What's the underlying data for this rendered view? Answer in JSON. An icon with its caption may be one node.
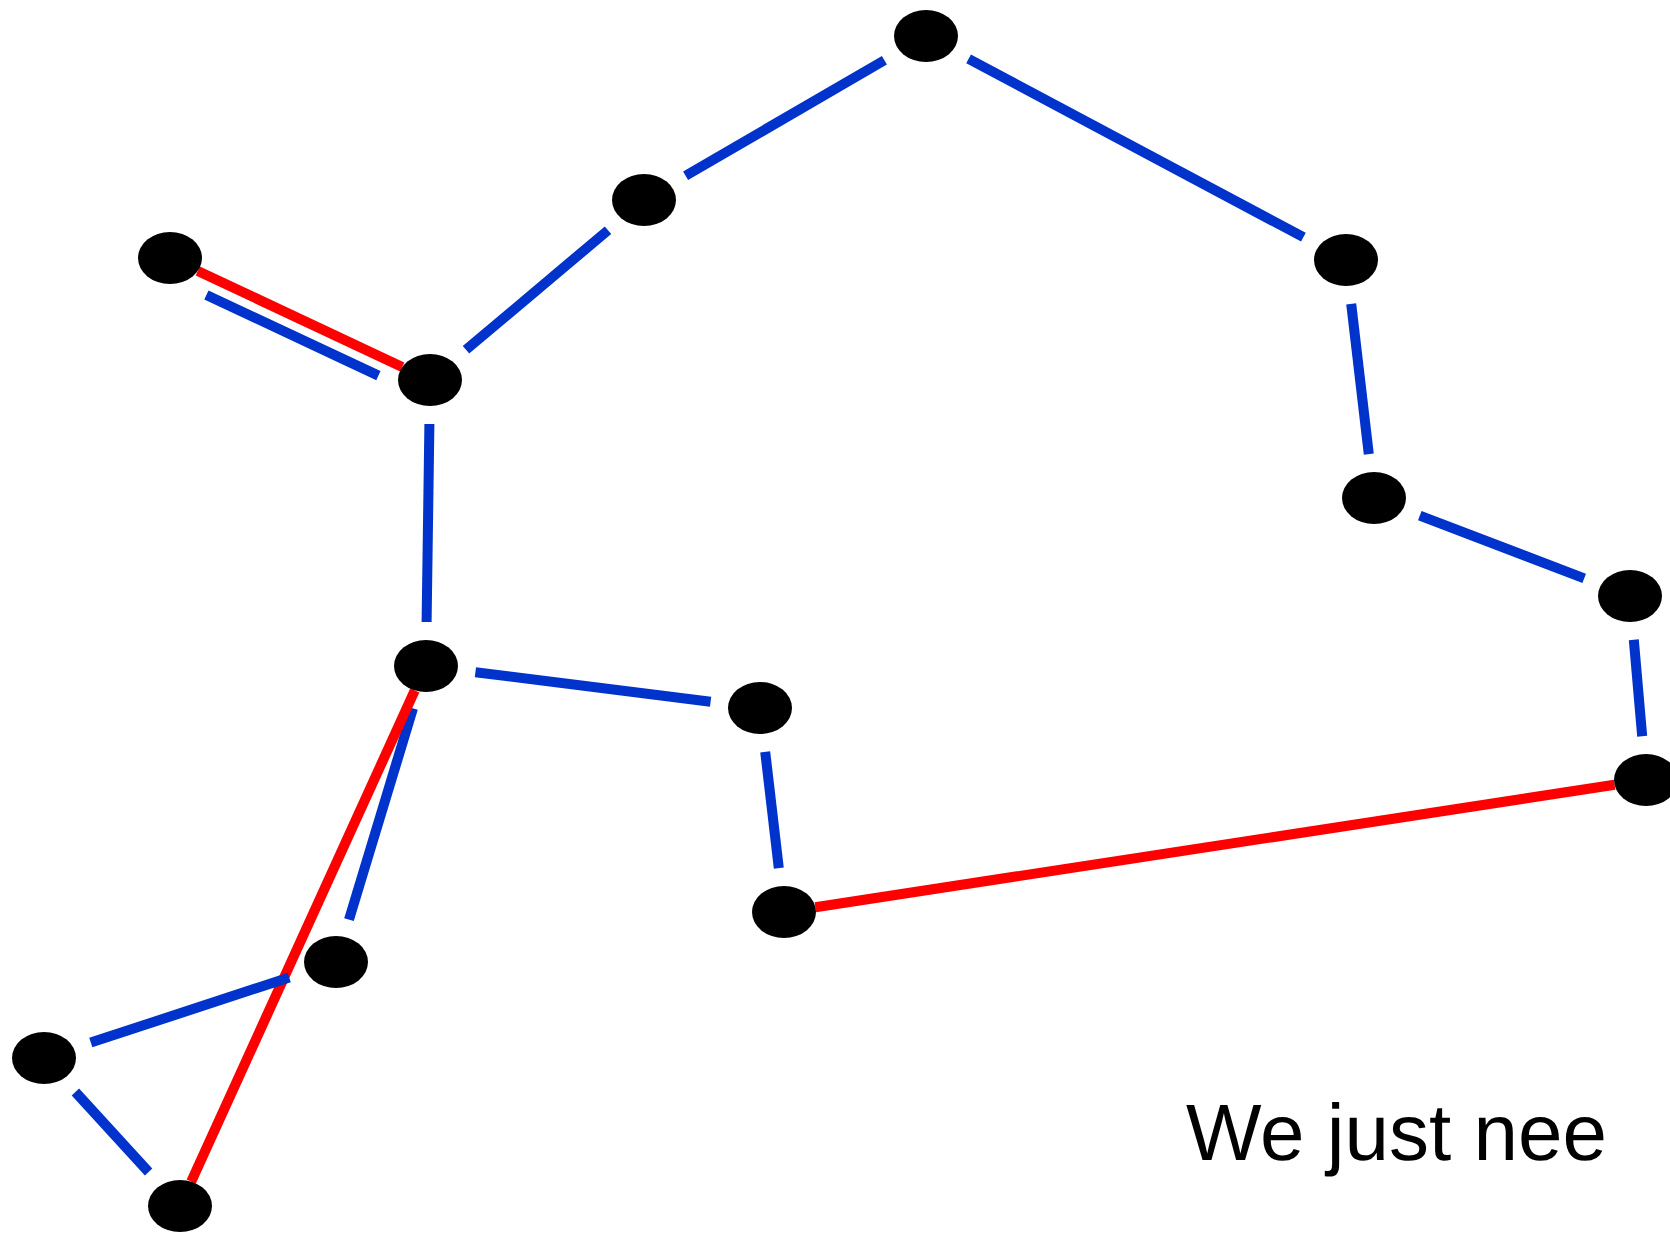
{
  "diagram": {
    "nodes": [
      {
        "text": [],
        "shape": "circle"
      },
      {
        "text": [],
        "shape": "circle"
      },
      {
        "text": [],
        "shape": "circle"
      },
      {
        "text": [],
        "shape": "circle"
      },
      {
        "text": [],
        "shape": "circle"
      },
      {
        "text": [],
        "shape": "circle"
      },
      {
        "text": [],
        "shape": "circle"
      },
      {
        "text": [],
        "shape": "circle"
      },
      {
        "text": [],
        "shape": "circle"
      },
      {
        "text": [],
        "shape": "circle"
      },
      {
        "text": [],
        "shape": "circle"
      },
      {
        "text": [],
        "shape": "circle"
      },
      {
        "text": [],
        "shape": "circle"
      },
      {
        "text": [],
        "shape": "circle"
      }
    ],
    "edges": [
      {
        "from": 0,
        "to": 1,
        "arrow": "none"
      },
      {
        "from": 1,
        "to": 4,
        "arrow": "none"
      },
      {
        "from": 0,
        "to": 3,
        "arrow": "none"
      },
      {
        "from": 3,
        "to": 5,
        "arrow": "none"
      },
      {
        "from": 5,
        "to": 6,
        "arrow": "none"
      },
      {
        "from": 6,
        "to": 9,
        "arrow": "none"
      },
      {
        "from": 2,
        "to": 4,
        "arrow": "none",
        "color": "#ff0000"
      },
      {
        "from": 2,
        "to": 4,
        "arrow": "none"
      },
      {
        "from": 4,
        "to": 7,
        "arrow": "none"
      },
      {
        "from": 7,
        "to": 8,
        "arrow": "none"
      },
      {
        "from": 8,
        "to": 10,
        "arrow": "none"
      },
      {
        "from": 10,
        "to": 9,
        "arrow": "none",
        "color": "#ff0000"
      },
      {
        "from": 7,
        "to": 11,
        "arrow": "none"
      },
      {
        "from": 7,
        "to": 13,
        "arrow": "none",
        "color": "#ff0000"
      },
      {
        "from": 11,
        "to": 12,
        "arrow": "none"
      },
      {
        "from": 12,
        "to": 13,
        "arrow": "none"
      }
    ],
    "labels": [
      "We just nee"
    ]
  }
}
